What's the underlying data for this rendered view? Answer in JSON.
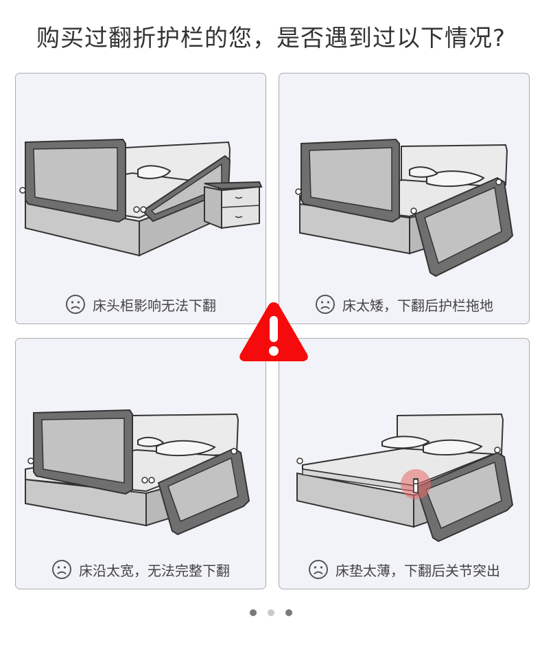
{
  "page": {
    "title": "购买过翻折护栏的您，是否遇到过以下情况?"
  },
  "cards": [
    {
      "caption": "床头柜影响无法下翻",
      "icon": "sad-face-icon"
    },
    {
      "caption": "床太矮，下翻后护栏拖地",
      "icon": "sad-face-icon"
    },
    {
      "caption": "床沿太宽，无法完整下翻",
      "icon": "sad-face-icon"
    },
    {
      "caption": "床垫太薄，下翻后关节突出",
      "icon": "sad-face-icon"
    }
  ],
  "warning": {
    "icon": "warning-triangle-icon",
    "color": "#f50b0b"
  },
  "pagination": {
    "count": 3,
    "active": 1,
    "colors": {
      "active": "#7a7a7a",
      "inactive": "#c9c9c9"
    }
  },
  "colors": {
    "card_bg": "#f2f3f8",
    "card_border": "#a9abb0",
    "rail_frame": "#6f6f6f",
    "rail_panel": "#c2c2c2"
  }
}
